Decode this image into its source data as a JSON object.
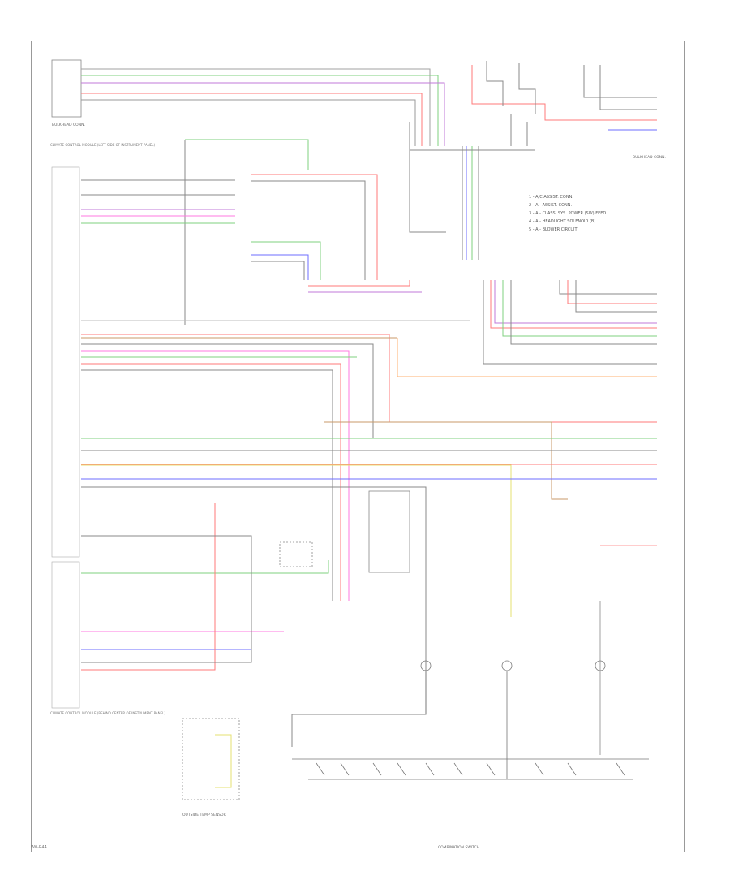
{
  "colors": {
    "red": "#ff7a7a",
    "green": "#7fd07f",
    "purple": "#c07ad8",
    "magenta": "#ff7ae0",
    "blue": "#6e6eff",
    "orange": "#ffb070",
    "yellow": "#e6e070",
    "brown": "#c89a6a",
    "gray": "#7a7a7a",
    "light_gray": "#bdbdbd"
  },
  "legend": [
    "1 - A/C ASSIST. CONN.",
    "2 - A - ASSIST. CONN.",
    "3 - A - CLASS. SYS. POWER (SW) FEED.",
    "4 - A - HEADLIGHT SOLENOID (B)",
    "5 - A - BLOWER CIRCUIT"
  ],
  "left_module_labels": {
    "top": "CLIMATE CONTROL MODULE (LEFT SIDE OF INSTRUMENT PANEL)",
    "bottom": "CLIMATE CONTROL MODULE (BEHIND CENTER OF INSTRUMENT PANEL)"
  },
  "top_left_connector": "BULKHEAD CONN.",
  "top_right_connector": "BULKHEAD CONN.",
  "bottom_switch_label": "COMBINATION SWITCH",
  "bottom_left_label": "OUTSIDE TEMP SENSOR",
  "footer_code": "W0-R44"
}
